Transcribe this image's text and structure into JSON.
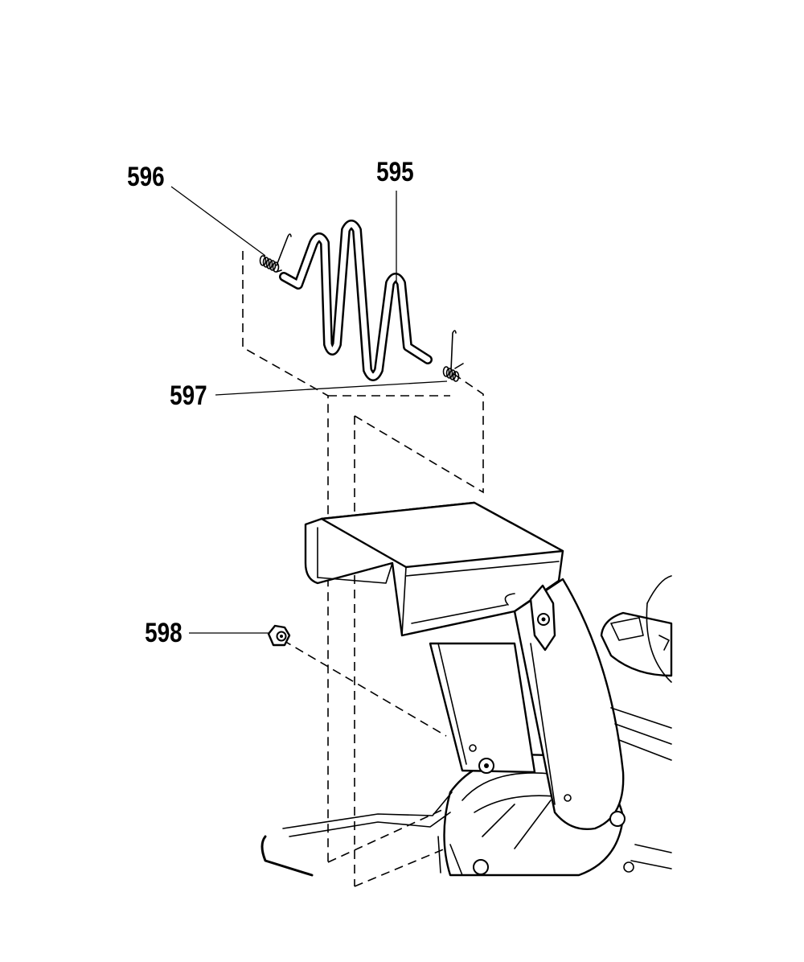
{
  "callouts": [
    {
      "id": "596",
      "label": "596"
    },
    {
      "id": "595",
      "label": "595"
    },
    {
      "id": "597",
      "label": "597"
    },
    {
      "id": "598",
      "label": "598"
    }
  ],
  "parts": {
    "595": "wire-deflector-spring",
    "596": "torsion-spring-left",
    "597": "torsion-spring-right",
    "598": "lock-nut"
  }
}
